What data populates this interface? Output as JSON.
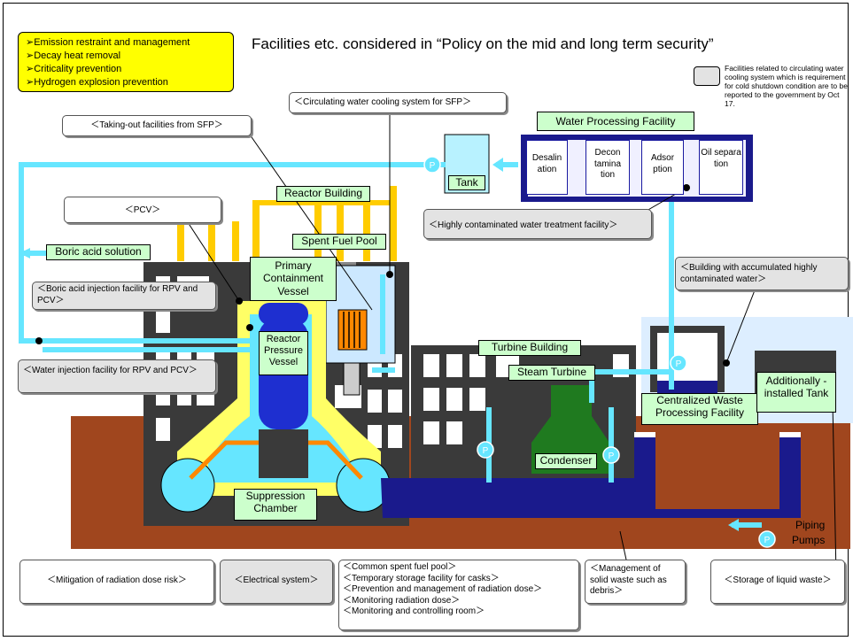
{
  "title": "Facilities etc. considered in “Policy on the mid and long term security”",
  "policy_items": [
    "➢Emission restraint and management",
    "➢Decay heat removal",
    "➢Criticality prevention",
    "➢Hydrogen explosion prevention"
  ],
  "legend_text": "Facilities related to circulating water cooling system which is requirement for cold shutdown condition are to be reported to the government by Oct 17.",
  "labels": {
    "water_processing_facility": "Water Processing Facility",
    "desalination": "Desalin ation",
    "decontamination": "Decon tamina tion",
    "adsorption": "Adsor ption",
    "oil_separation": "Oil separa tion",
    "tank": "Tank",
    "reactor_building": "Reactor Building",
    "spent_fuel_pool": "Spent Fuel Pool",
    "boric_acid_solution": "Boric acid solution",
    "primary_containment_vessel": "Primary Containment Vessel",
    "reactor_pressure_vessel": "Reactor Pressure Vessel",
    "turbine_building": "Turbine Building",
    "steam_turbine": "Steam Turbine",
    "condenser": "Condenser",
    "centralized_waste": "Centralized Waste Processing Facility",
    "additional_tank": "Additionally -installed Tank",
    "suppression_chamber": "Suppression Chamber",
    "piping": "Piping",
    "pumps": "Pumps",
    "pump_symbol": "P"
  },
  "callouts": {
    "circulating_water": "＜Circulating water cooling system for SFP＞",
    "taking_out": "＜Taking-out facilities from SFP＞",
    "pcv": "＜PCV＞",
    "highly_contaminated_treatment": "＜Highly contaminated water treatment facility＞",
    "building_accumulated": "＜Building with accumulated highly contaminated water＞",
    "boric_injection": "＜Boric acid injection facility for RPV and PCV＞",
    "water_injection": "＜Water injection facility for RPV and PCV＞",
    "mitigation": "＜Mitigation of radiation dose risk＞",
    "electrical": "＜Electrical system＞",
    "management_solid": "＜Management of solid waste such as debris＞",
    "storage_liquid": "＜Storage of liquid waste＞"
  },
  "multi_callout": [
    "＜Common spent fuel pool＞",
    "＜Temporary storage facility for casks＞",
    "＜Prevention and management of radiation dose＞",
    "＜Monitoring radiation dose＞",
    "＜Monitoring and controlling room＞"
  ],
  "colors": {
    "policy_yellow": "#ffff00",
    "label_green": "#ccffcc",
    "water_cyan": "#66e6ff",
    "pool_blue": "#1a1a8c",
    "building_gray": "#3a3a3a",
    "ground_brown": "#a0461e",
    "condenser_green": "#1f7a1f",
    "rpv_blue": "#1e2fd0",
    "pcv_yellow": "#ffff66",
    "callout_gray": "#e3e3e3"
  }
}
